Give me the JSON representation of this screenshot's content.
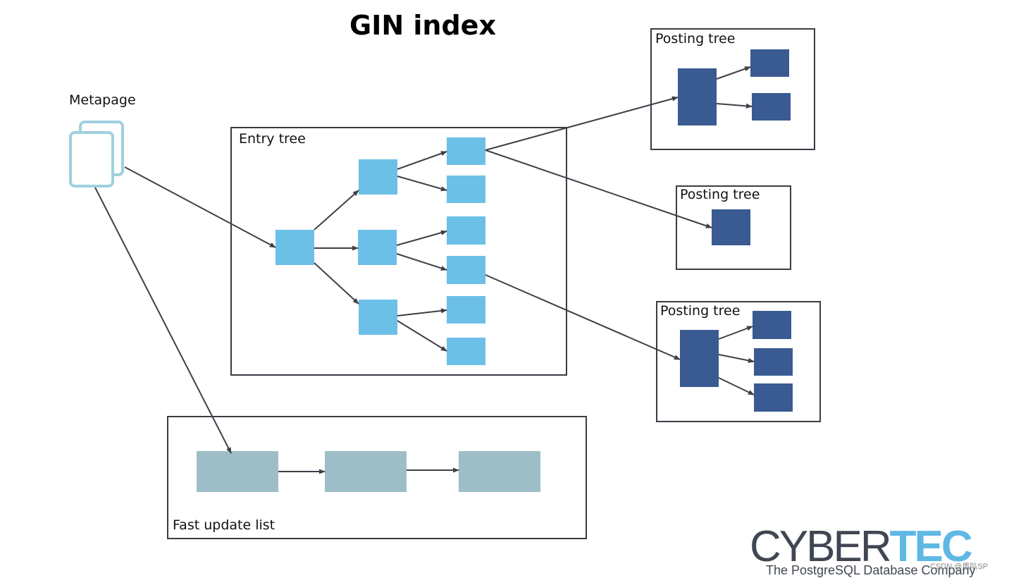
{
  "title": "GIN index",
  "labels": {
    "metapage": "Metapage",
    "entry_tree": "Entry tree",
    "posting_tree_1": "Posting tree",
    "posting_tree_2": "Posting tree",
    "posting_tree_3": "Posting tree",
    "fast_update_list": "Fast update list"
  },
  "logo": {
    "part1": "CYBER",
    "part2": "TEC",
    "tagline": "The PostgreSQL Database Company"
  },
  "watermark": "CSDN @盾叭SP",
  "colors": {
    "entry_node": "#6cc0e7",
    "posting_node": "#3a5a92",
    "fast_update_node": "#9dbec7",
    "metapage_icon": "#9fd0df",
    "frame": "#3b3b45",
    "arrow": "#3f3f48"
  }
}
